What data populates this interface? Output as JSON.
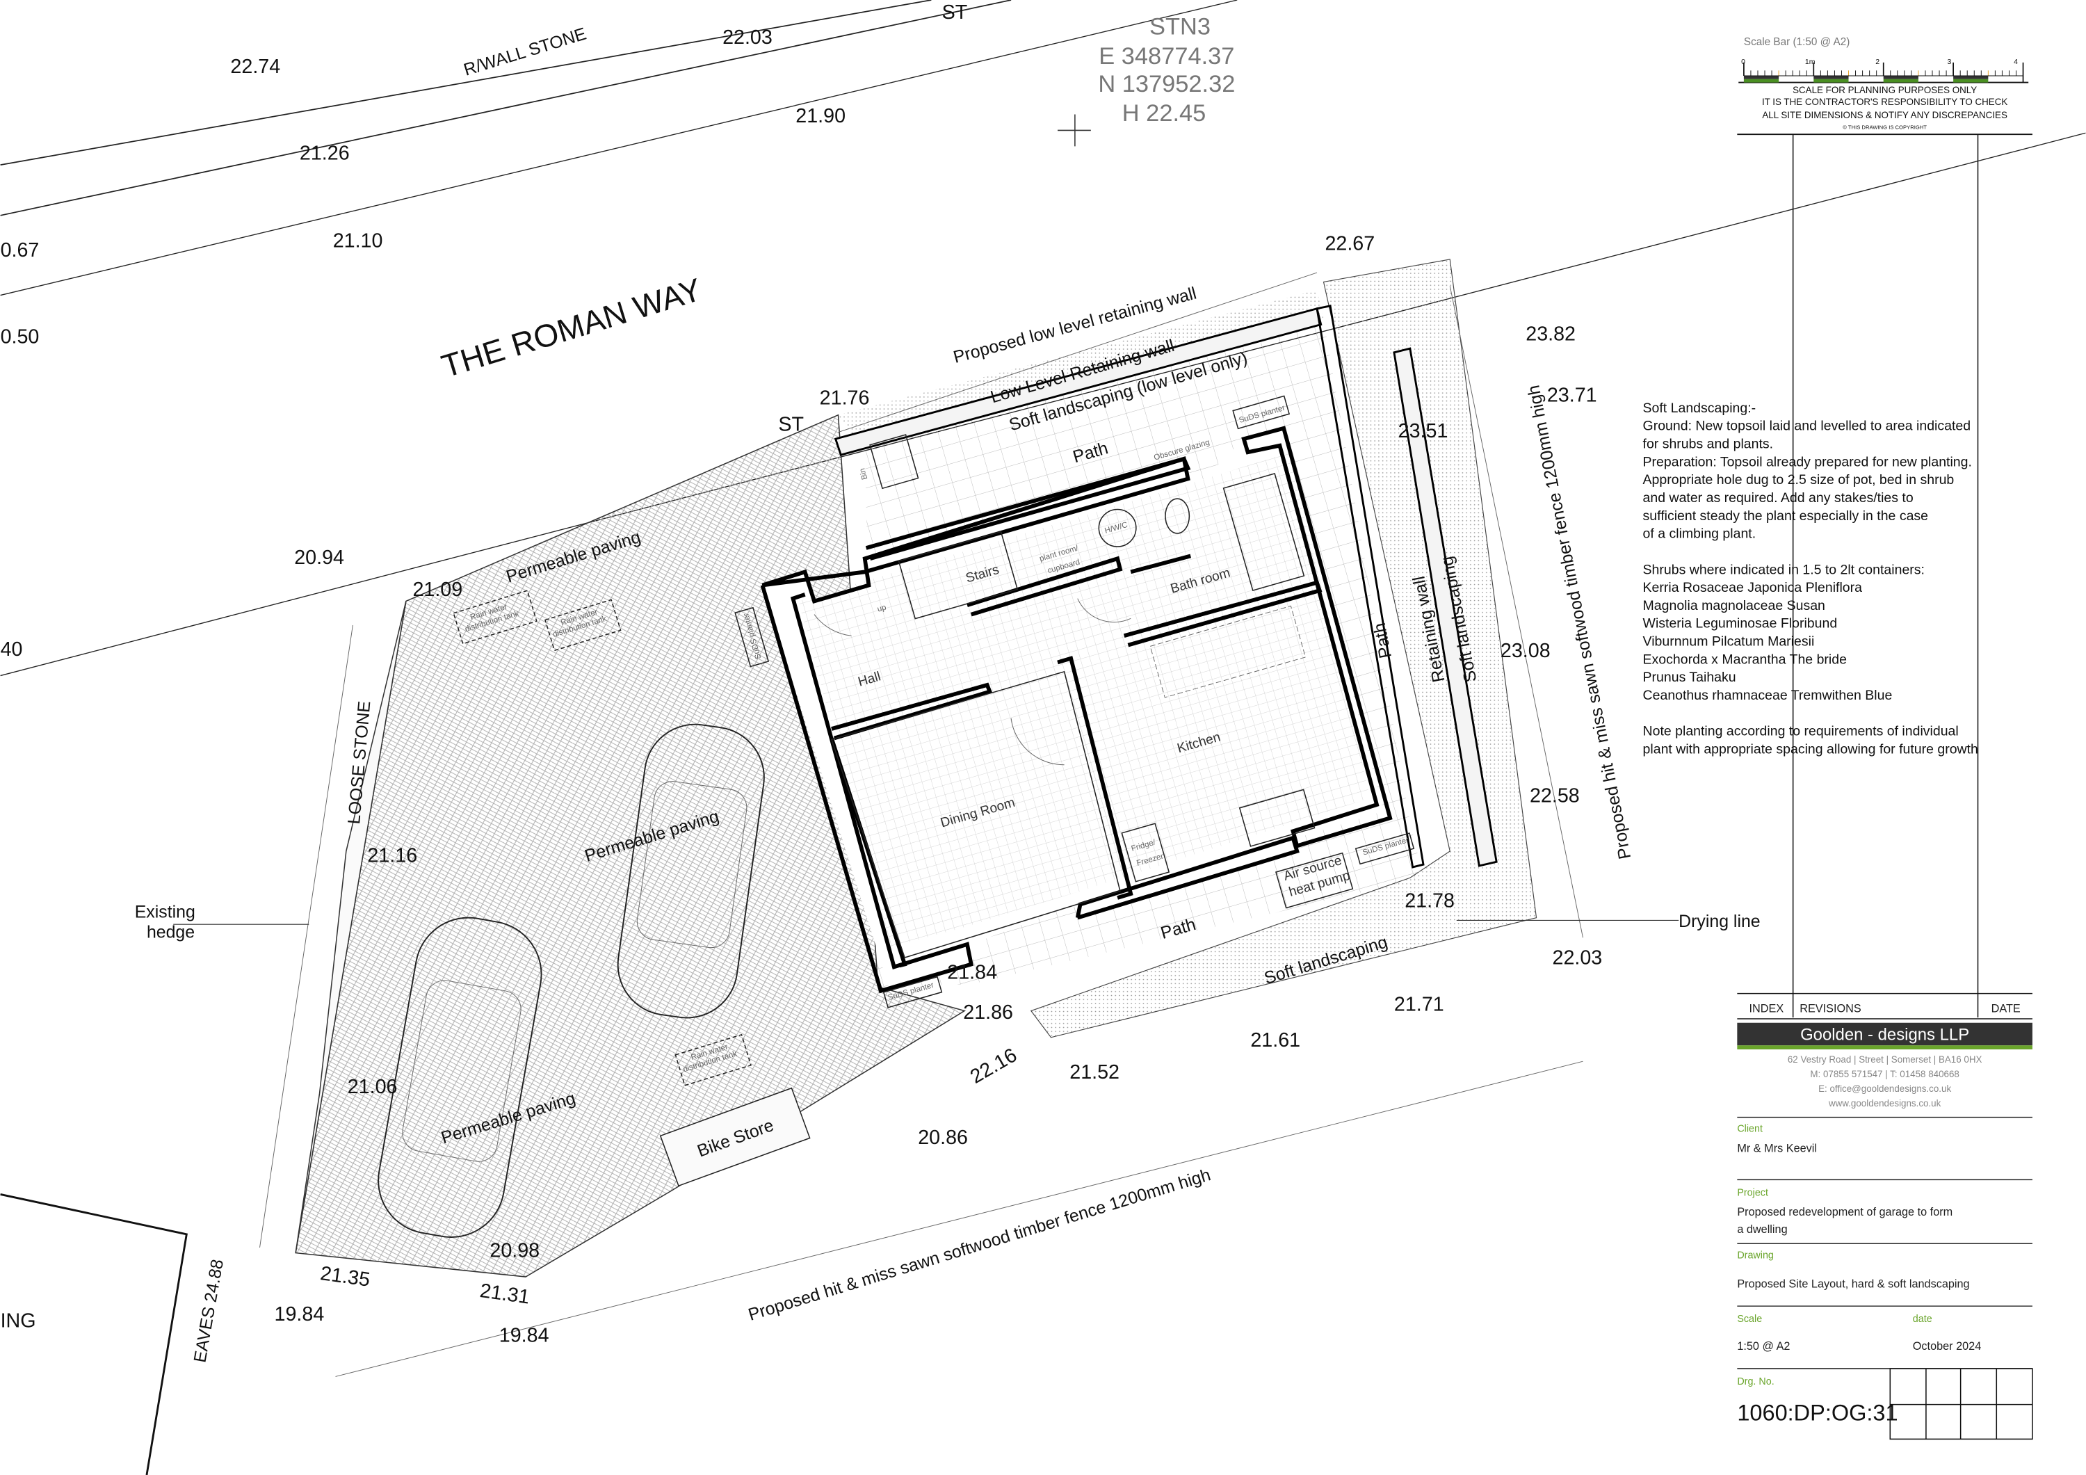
{
  "survey_station": {
    "name": "STN3",
    "easting": "E 348774.37",
    "northing": "N 137952.32",
    "height": "H 22.45"
  },
  "road": {
    "name": "THE ROMAN WAY",
    "wall": "R/WALL STONE",
    "st_top": "ST",
    "st_mid": "ST"
  },
  "levels": [
    "22.74",
    "22.03",
    "21.90",
    "21.26",
    "21.10",
    "0.67",
    "0.50",
    "40",
    "20.94",
    "21.09",
    "21.16",
    "21.06",
    "20.98",
    "21.35",
    "21.31",
    "19.84",
    "19.84",
    "21.76",
    "22.67",
    "23.82",
    "23.71",
    "23.51",
    "23.08",
    "22.58",
    "21.78",
    "22.03",
    "21.71",
    "21.61",
    "21.52",
    "22.16",
    "21.86",
    "21.84",
    "20.86"
  ],
  "annotations": {
    "retaining_wall_proposed": "Proposed low level retaining wall",
    "low_level_retaining_wall": "Low Level Retaining wall",
    "soft_landscaping_low": "Soft landscaping (low level only)",
    "path_top": "Path",
    "path_right": "Path",
    "path_bottom": "Path",
    "permeable_1": "Permeable paving",
    "permeable_2": "Permeable paving",
    "permeable_3": "Permeable paving",
    "loose_stone": "LOOSE STONE",
    "existing_hedge_1": "Existing",
    "existing_hedge_2": "hedge",
    "bike_store": "Bike Store",
    "fence_bottom": "Proposed hit & miss sawn softwood timber fence 1200mm high",
    "fence_right": "Proposed hit & miss sawn softwood timber fence 1200mm high",
    "retaining_wall": "Retaining wall",
    "soft_landscaping_right": "Soft landscaping",
    "soft_landscaping_bottom": "Soft landscaping",
    "drying_line": "Drying line",
    "air_source_1": "Air source",
    "air_source_2": "heat pump",
    "suds_planter": "SuDS planter",
    "rain_tank_1": "Rain water",
    "rain_tank_2": "distribution tank",
    "eaves": "EAVES 24.88",
    "building_fragment": "ING",
    "bin": "Bin",
    "obscure_glazing": "Obscure glazing"
  },
  "rooms": {
    "hall": "Hall",
    "stairs": "Stairs",
    "up": "up",
    "plant_1": "plant room/",
    "plant_2": "cupboard",
    "hwc": "H/W/C",
    "bathroom": "Bath room",
    "kitchen": "Kitchen",
    "dining": "Dining Room",
    "fridge_1": "Fridge/",
    "fridge_2": "Freezer"
  },
  "notes": [
    "Soft Landscaping:-",
    "Ground: New topsoil laid and levelled to area indicated",
    "for shrubs and plants.",
    "Preparation: Topsoil already prepared for new planting.",
    "Appropriate hole dug to 2.5 size of pot, bed in shrub",
    "and water as required. Add any stakes/ties to",
    "sufficient steady the plant especially in the case",
    "of a climbing plant.",
    "",
    "Shrubs where indicated in 1.5 to 2lt containers:",
    "Kerria Rosaceae Japonica Pleniflora",
    "Magnolia magnolaceae Susan",
    "Wisteria Leguminosae Floribund",
    "Viburnnum Pilcatum Mariesii",
    "Exochorda x Macrantha The bride",
    "Prunus Taihaku",
    "Ceanothus rhamnaceae Tremwithen Blue",
    "",
    "Note planting according to requirements of individual",
    "plant with appropriate spacing allowing for future growth"
  ],
  "scale_bar": {
    "title": "Scale Bar (1:50 @ A2)",
    "ticks": [
      "0",
      "1m",
      "2",
      "3",
      "4"
    ],
    "disclaimer_1": "SCALE FOR PLANNING PURPOSES ONLY",
    "disclaimer_2": "IT IS THE CONTRACTOR'S RESPONSIBILITY TO CHECK",
    "disclaimer_3": "ALL SITE DIMENSIONS & NOTIFY ANY DISCREPANCIES",
    "copyright": "© THIS DRAWING IS COPYRIGHT",
    "colors": {
      "dark": "#333333",
      "green": "#4a8f22",
      "orange": "#e8a020"
    }
  },
  "title_block": {
    "index": "INDEX",
    "revisions": "REVISIONS",
    "date_col": "DATE",
    "company": "Goolden - designs LLP",
    "address": "62 Vestry Road | Street | Somerset | BA16 0HX",
    "phone": "M: 07855 571547  |  T: 01458  840668",
    "email": "E: office@gooldendesigns.co.uk",
    "web": "www.gooldendesigns.co.uk",
    "client_label": "Client",
    "client": "Mr & Mrs Keevil",
    "project_label": "Project",
    "project_1": "Proposed redevelopment of garage to form",
    "project_2": "a dwelling",
    "drawing_label": "Drawing",
    "drawing": "Proposed Site Layout, hard & soft landscaping",
    "scale_label": "Scale",
    "scale": "1:50 @ A2",
    "date_label": "date",
    "date": "October 2024",
    "drg_label": "Drg. No.",
    "drg_no": "1060:DP:OG:31",
    "colors": {
      "banner": "#333333",
      "accent": "#6aa52b"
    }
  }
}
